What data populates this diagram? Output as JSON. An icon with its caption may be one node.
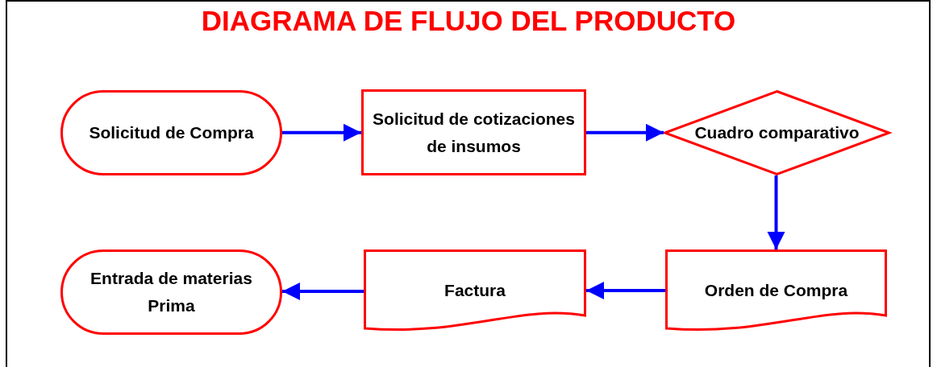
{
  "diagram": {
    "title": "DIAGRAMA DE FLUJO DEL PRODUCTO",
    "nodes": [
      {
        "text": [
          "Solicitud de Compra"
        ]
      },
      {
        "text": [
          "Solicitud de cotizaciones de insumos"
        ]
      },
      {
        "text": [
          "Cuadro comparativo"
        ]
      },
      {
        "text": [
          "Orden de Compra"
        ]
      },
      {
        "text": [
          "Factura"
        ]
      },
      {
        "text": [
          "Entrada de materias Prima"
        ]
      }
    ],
    "edges": [
      {
        "from": 0,
        "to": 1,
        "arrow": "to"
      },
      {
        "from": 1,
        "to": 2,
        "arrow": "to"
      },
      {
        "from": 2,
        "to": 3,
        "arrow": "to"
      },
      {
        "from": 3,
        "to": 4,
        "arrow": "to"
      },
      {
        "from": 4,
        "to": 5,
        "arrow": "to"
      }
    ]
  }
}
